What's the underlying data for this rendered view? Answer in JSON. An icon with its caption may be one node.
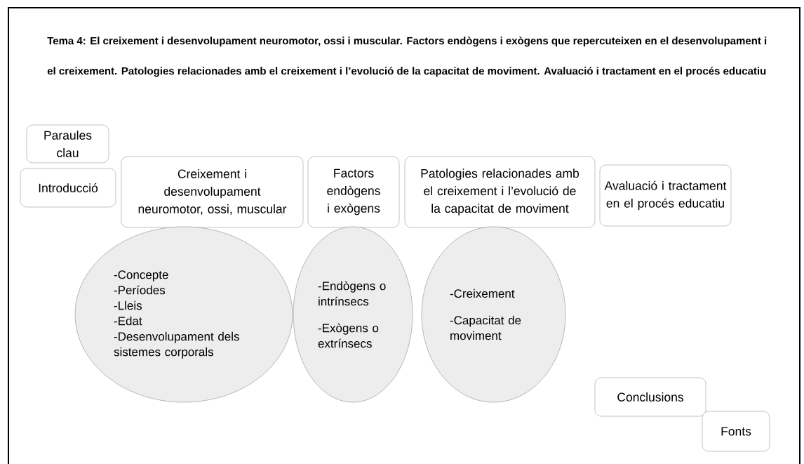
{
  "diagram": {
    "title": "Tema 4: El creixement i desenvolupament neuromotor, ossi i muscular. Factors endògens i exògens que repercuteixen en el desenvolupament i el creixement. Patologies relacionades amb el creixement i l’evolució de la capacitat de moviment. Avaluació i tractament en el procés educatiu",
    "nodes": [
      {
        "text": [
          "Paraules clau"
        ]
      },
      {
        "text": [
          "Introducció"
        ]
      },
      {
        "text": [
          "Creixement i desenvolupament neuromotor, ossi, muscular"
        ]
      },
      {
        "text": [
          "Factors endògens i exògens"
        ]
      },
      {
        "text": [
          "Patologies relacionades amb el creixement i l’evolució de la capacitat de moviment"
        ]
      },
      {
        "text": [
          "Avaluació i tractament en el procés educatiu"
        ]
      },
      {
        "text": [
          "-Concepte",
          "-Períodes",
          "-Lleis",
          "-Edat",
          "-Desenvolupament dels sistemes corporals"
        ]
      },
      {
        "text": [
          "-Endògens o intrínsecs",
          "-Exògens o extrínsecs"
        ]
      },
      {
        "text": [
          "-Creixement",
          "-Capacitat de moviment"
        ]
      },
      {
        "text": [
          "Conclusions"
        ]
      },
      {
        "text": [
          "Fonts"
        ]
      }
    ]
  }
}
